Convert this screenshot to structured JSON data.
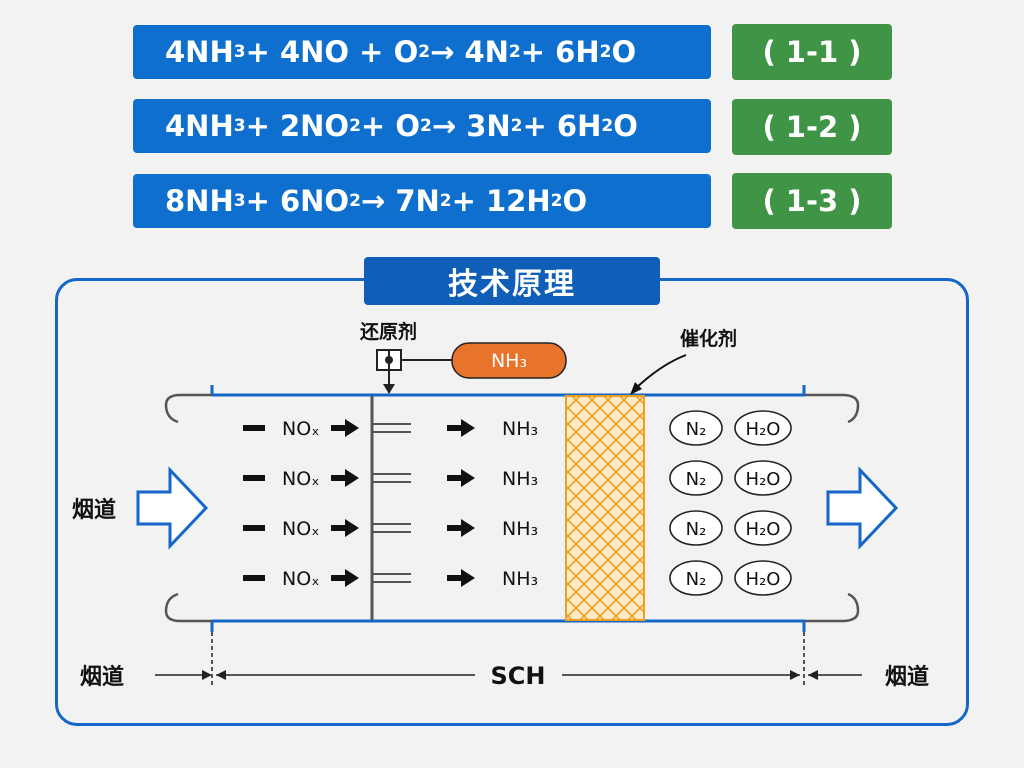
{
  "equations": [
    {
      "parts": [
        "4NH",
        "3",
        " + 4NO + O",
        "2",
        "  → 4N",
        "2",
        " + 6H",
        "2",
        "O"
      ],
      "tag": "( 1-1 )"
    },
    {
      "parts": [
        "4NH",
        "3",
        " + 2NO",
        "2",
        " + O",
        "2",
        "  → 3N",
        "2",
        " + 6H",
        "2",
        "O"
      ],
      "tag": "( 1-2 )"
    },
    {
      "parts": [
        "8NH",
        "3",
        " + 6NO",
        "2",
        "  → 7N",
        "2",
        " + 12H",
        "2",
        "O"
      ],
      "tag": "( 1-3 )"
    }
  ],
  "section_title": "技术原理",
  "diagram": {
    "reductant_label": "还原剂",
    "reagent_label": "NH₃",
    "catalyst_label": "催化剂",
    "flue_left": "烟道",
    "flue_bottom_left": "烟道",
    "flue_bottom_right": "烟道",
    "sch_label": "SCH",
    "inlet_species": [
      "NOₓ",
      "NOₓ",
      "NOₓ",
      "NOₓ"
    ],
    "mid_species": [
      "NH₃",
      "NH₃",
      "NH₃",
      "NH₃"
    ],
    "products": [
      [
        "N₂",
        "H₂O"
      ],
      [
        "N₂",
        "H₂O"
      ],
      [
        "N₂",
        "H₂O"
      ],
      [
        "N₂",
        "H₂O"
      ]
    ]
  },
  "colors": {
    "equation_bg": "#0f6fcf",
    "tag_bg": "#3f9446",
    "frame": "#1466c8",
    "reagent_bg": "#e8732a",
    "catalyst": "#f5a623"
  }
}
